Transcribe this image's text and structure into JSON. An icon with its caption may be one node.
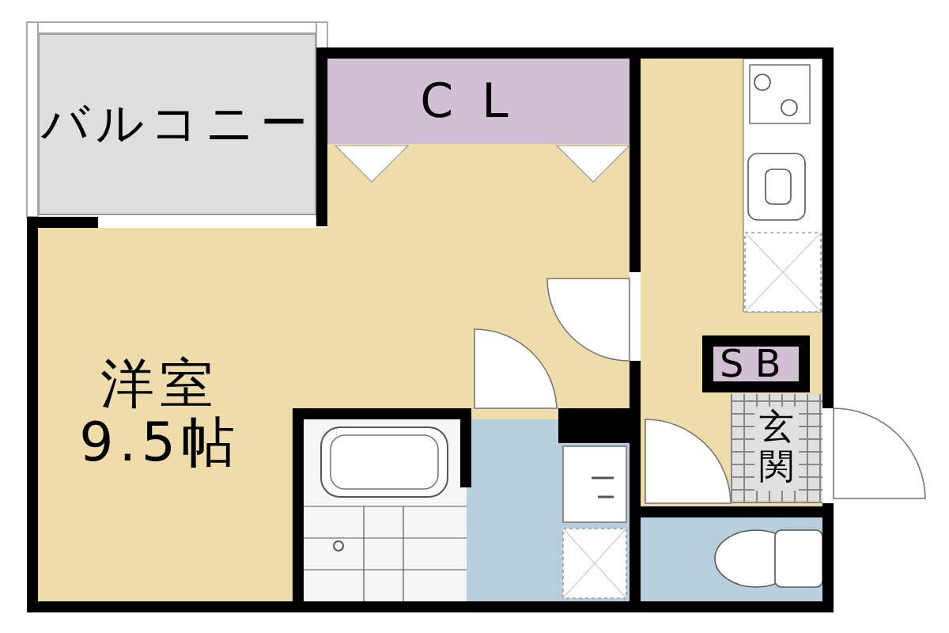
{
  "diagram": {
    "nodes": [
      {
        "text": [
          "バルコニー"
        ]
      },
      {
        "text": [
          "CL"
        ]
      },
      {
        "text": [
          "洋室",
          "9.5帖"
        ]
      },
      {
        "text": [
          "SB"
        ]
      },
      {
        "text": [
          "玄関"
        ]
      }
    ]
  }
}
